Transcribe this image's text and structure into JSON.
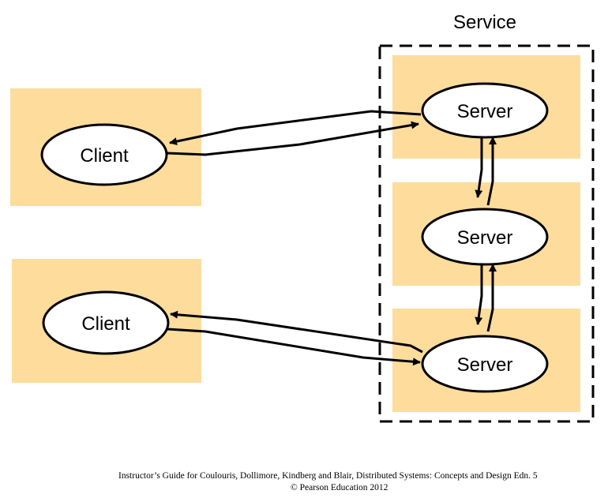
{
  "service": {
    "title": "Service"
  },
  "nodes": {
    "client_1": "Client",
    "client_2": "Client",
    "server_1": "Server",
    "server_2": "Server",
    "server_3": "Server"
  },
  "footer": {
    "line1": "Instructor’s Guide for  Coulouris, Dollimore, Kindberg and Blair,  Distributed Systems: Concepts and Design   Edn. 5",
    "line2": "©  Pearson Education 2012"
  },
  "colors": {
    "box_fill": "#fddc9c",
    "ellipse_fill": "#ffffff",
    "stroke": "#000000"
  }
}
